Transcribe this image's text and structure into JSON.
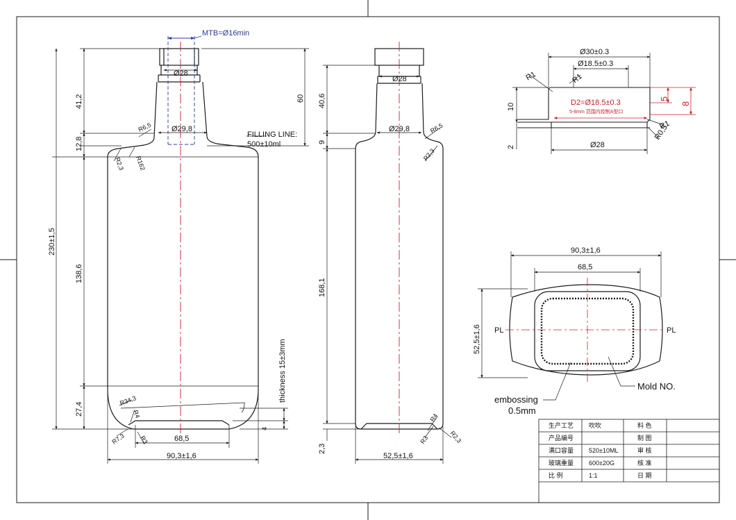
{
  "front_view": {
    "mtb": "MTB=Ø16min",
    "neck_dia": "Ø28",
    "shoulder_dia": "Ø29,8",
    "radius_shoulder": "R6,5",
    "radius_body_a": "R2,3",
    "radius_body_b": "R162",
    "filling_line_label": "FILLING LINE:",
    "filling_line_value": "500±10ml",
    "h_41": "41,2",
    "h_60": "60",
    "h_12": "12,8",
    "h_total": "230±1,5",
    "h_138": "138,6",
    "h_27": "27,4",
    "thickness": "thickness 15±3mm",
    "radius_base": "R34,3",
    "radius_r4": "R4",
    "radius_r7": "R7,3",
    "radius_r3": "R3",
    "h_4": "4",
    "w_base": "68,5",
    "w_total": "90,3±1,6"
  },
  "side_view": {
    "neck_dia": "Ø28",
    "shoulder_dia": "Ø29,8",
    "radius_shoulder": "R6,5",
    "radius_r23": "R2,3",
    "h_40": "40,6",
    "h_9": "9",
    "h_168": "168,1",
    "h_2": "2,3",
    "radius_r4": "R4",
    "radius_r3": "R3",
    "radius_r23b": "R2,3",
    "w_total": "52,5±1,6"
  },
  "finish_detail": {
    "d30": "Ø30±0.3",
    "d18": "Ø18.5±0.3",
    "d2": "D2=Ø18.5±0.3",
    "note": "5-8mm 范围内控制A型口",
    "r1_a": "R1",
    "r1_b": "R1",
    "r1_c": "R1",
    "r05": "R0,5",
    "h10": "10",
    "h2": "2",
    "h5": "5",
    "h8": "8",
    "d28": "Ø28"
  },
  "base_view": {
    "w_total": "90,3±1,6",
    "w_inner": "68,5",
    "h_total": "52,5±1,6",
    "pl_left": "PL",
    "pl_right": "PL",
    "mold_no": "Mold NO.",
    "embossing": "embossing",
    "embossing_depth": "0.5mm"
  },
  "title_block": {
    "rows": [
      {
        "l1": "生产工艺",
        "v1": "吹吹",
        "l2": "料 色",
        "v2": ""
      },
      {
        "l1": "产品编号",
        "v1": "",
        "l2": "制 图",
        "v2": ""
      },
      {
        "l1": "满口容量",
        "v1": "520±10ML",
        "l2": "审 核",
        "v2": ""
      },
      {
        "l1": "玻璃重量",
        "v1": "600±20G",
        "l2": "核 准",
        "v2": ""
      },
      {
        "l1": "比 例",
        "v1": "1:1",
        "l2": "日 期",
        "v2": ""
      }
    ]
  },
  "colors": {
    "line": "#1a1a1a",
    "centerline": "#c0262b",
    "mtb": "#2a3a9a",
    "finish_red": "#c0262b"
  }
}
